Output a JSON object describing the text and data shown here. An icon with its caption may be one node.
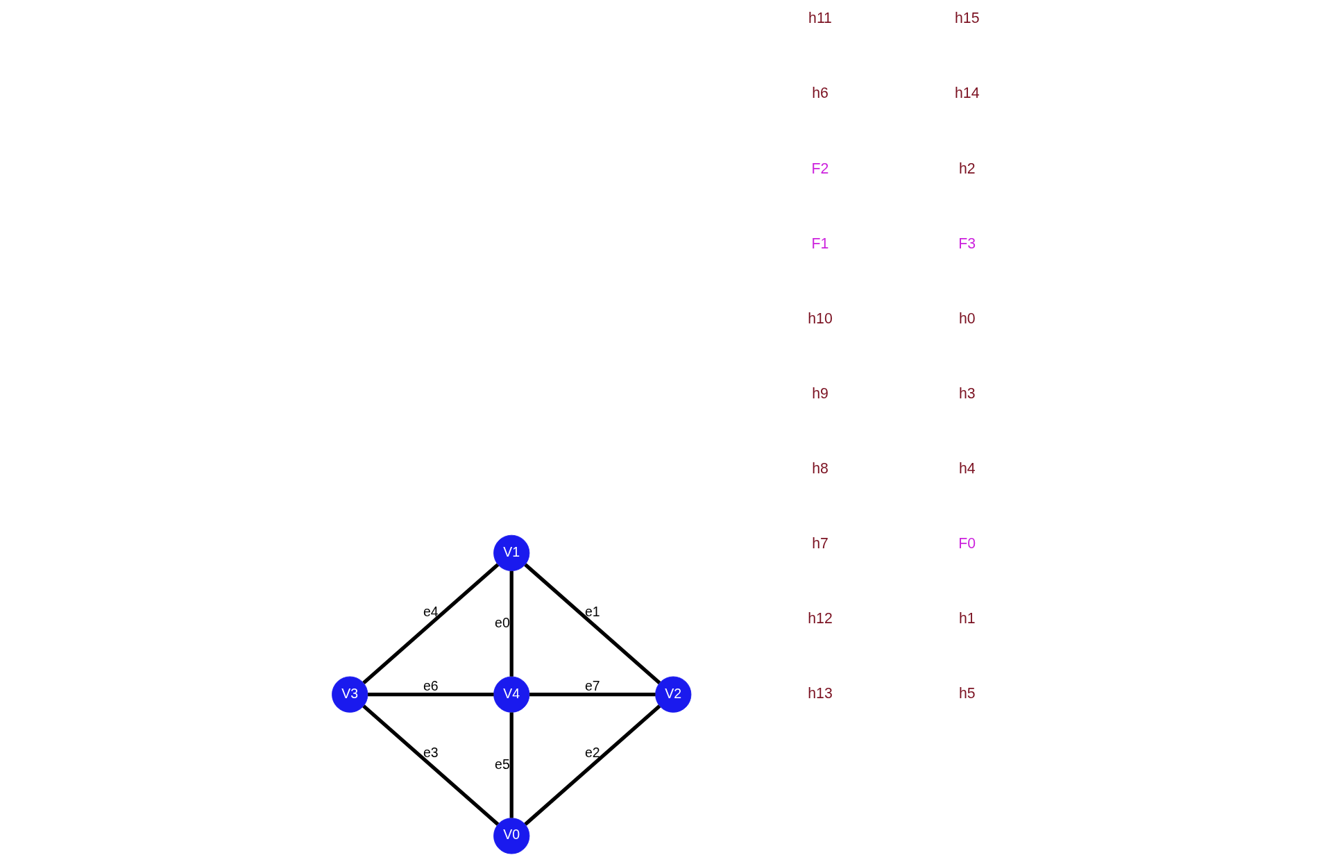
{
  "diagram": {
    "nodes": [
      {
        "text": [
          "V1"
        ]
      },
      {
        "text": [
          "V3"
        ]
      },
      {
        "text": [
          "V4"
        ]
      },
      {
        "text": [
          "V2"
        ]
      },
      {
        "text": [
          "V0"
        ]
      }
    ],
    "edges": [
      {
        "from": 0,
        "to": 2,
        "arrow": "none",
        "label": "e0"
      },
      {
        "from": 0,
        "to": 3,
        "arrow": "none",
        "label": "e1"
      },
      {
        "from": 4,
        "to": 3,
        "arrow": "none",
        "label": "e2"
      },
      {
        "from": 1,
        "to": 4,
        "arrow": "none",
        "label": "e3"
      },
      {
        "from": 1,
        "to": 0,
        "arrow": "none",
        "label": "e4"
      },
      {
        "from": 2,
        "to": 4,
        "arrow": "none",
        "label": "e5"
      },
      {
        "from": 1,
        "to": 2,
        "arrow": "none",
        "label": "e6"
      },
      {
        "from": 2,
        "to": 3,
        "arrow": "none",
        "label": "e7"
      }
    ],
    "labels": [
      "h13",
      "h12",
      "h7",
      "h8",
      "h9",
      "h10",
      "F1",
      "F2",
      "h6",
      "h11",
      "h5",
      "h1",
      "F0",
      "h4",
      "h3",
      "h0",
      "F3",
      "h2",
      "h14",
      "h15"
    ]
  }
}
